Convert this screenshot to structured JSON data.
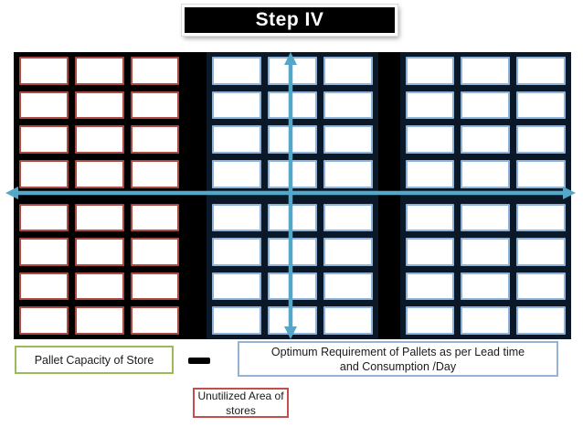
{
  "title": {
    "text": "Step IV"
  },
  "grid": {
    "background": "#000000",
    "cell_fill": "#ffffff",
    "rows": 8,
    "sections": [
      {
        "id": "store-capacity-grid",
        "cols": 3,
        "rows": 8,
        "cell_border_color": "#ad4a42",
        "bg": "#000000"
      },
      {
        "id": "optimum-grid-left",
        "cols": 3,
        "rows": 8,
        "cell_border_color": "#8fb4dc",
        "bg": "#0a1828"
      },
      {
        "id": "optimum-grid-right",
        "cols": 3,
        "rows": 8,
        "cell_border_color": "#8fb4dc",
        "bg": "#0a1828"
      }
    ],
    "separator_color": "#000000"
  },
  "arrows": {
    "color": "#55a7c9",
    "horizontal_name": "store-width-arrow",
    "vertical_name": "store-height-arrow"
  },
  "legend": {
    "capacity": {
      "label": "Pallet Capacity of Store",
      "border_color": "#9bbb59"
    },
    "operator": {
      "symbol": "minus",
      "color": "#000000"
    },
    "optimum": {
      "label_line1": "Optimum Requirement of Pallets as per Lead time",
      "label_line2": "and Consumption /Day",
      "border_color": "#95b3d7"
    },
    "unutilized": {
      "label_line1": "Unutilized Area of",
      "label_line2": "stores",
      "border_color": "#c0504d"
    }
  }
}
